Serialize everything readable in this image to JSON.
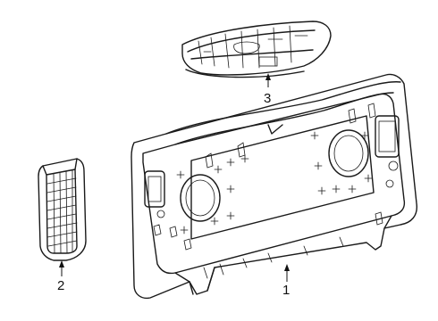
{
  "diagram": {
    "callouts": [
      {
        "id": "part-1",
        "label": "1"
      },
      {
        "id": "part-2",
        "label": "2"
      },
      {
        "id": "part-3",
        "label": "3"
      }
    ]
  }
}
